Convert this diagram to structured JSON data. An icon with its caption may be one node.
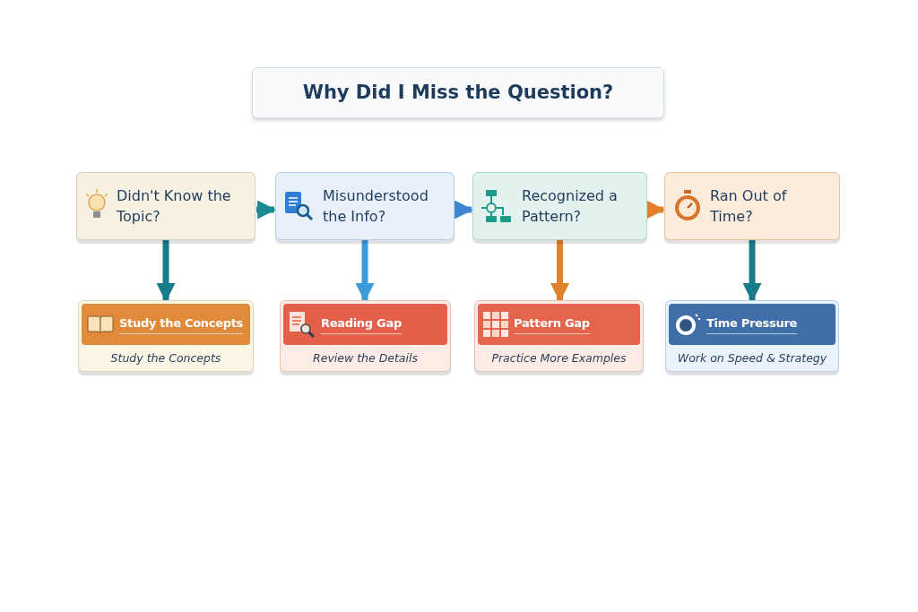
{
  "diagram": {
    "title": "Why Did I Miss the Question?",
    "nodes": [
      {
        "text": [
          "Didn't Know the Topic?"
        ]
      },
      {
        "text": [
          "Misunderstood the Info?"
        ]
      },
      {
        "text": [
          "Recognized a Pattern?"
        ]
      },
      {
        "text": [
          "Ran Out of Time?"
        ]
      },
      {
        "text": [
          "Study the Concepts",
          "Study the Concepts"
        ]
      },
      {
        "text": [
          "Reading Gap",
          "Review the Details"
        ]
      },
      {
        "text": [
          "Pattern Gap",
          "Practice More Examples"
        ]
      },
      {
        "text": [
          "Time Pressure",
          "Work on Speed & Strategy"
        ]
      }
    ],
    "edges": [
      {
        "from": 0,
        "to": 1,
        "arrow": "to",
        "color": "#1a8a93"
      },
      {
        "from": 1,
        "to": 2,
        "arrow": "to",
        "color": "#3c86cf"
      },
      {
        "from": 2,
        "to": 3,
        "arrow": "to",
        "color": "#e0812c"
      },
      {
        "from": 0,
        "to": 4,
        "arrow": "to",
        "color": "#177b8a"
      },
      {
        "from": 1,
        "to": 5,
        "arrow": "to",
        "color": "#3c9bd9"
      },
      {
        "from": 2,
        "to": 6,
        "arrow": "to",
        "color": "#e0812c"
      },
      {
        "from": 3,
        "to": 7,
        "arrow": "to",
        "color": "#177b8a"
      }
    ]
  }
}
